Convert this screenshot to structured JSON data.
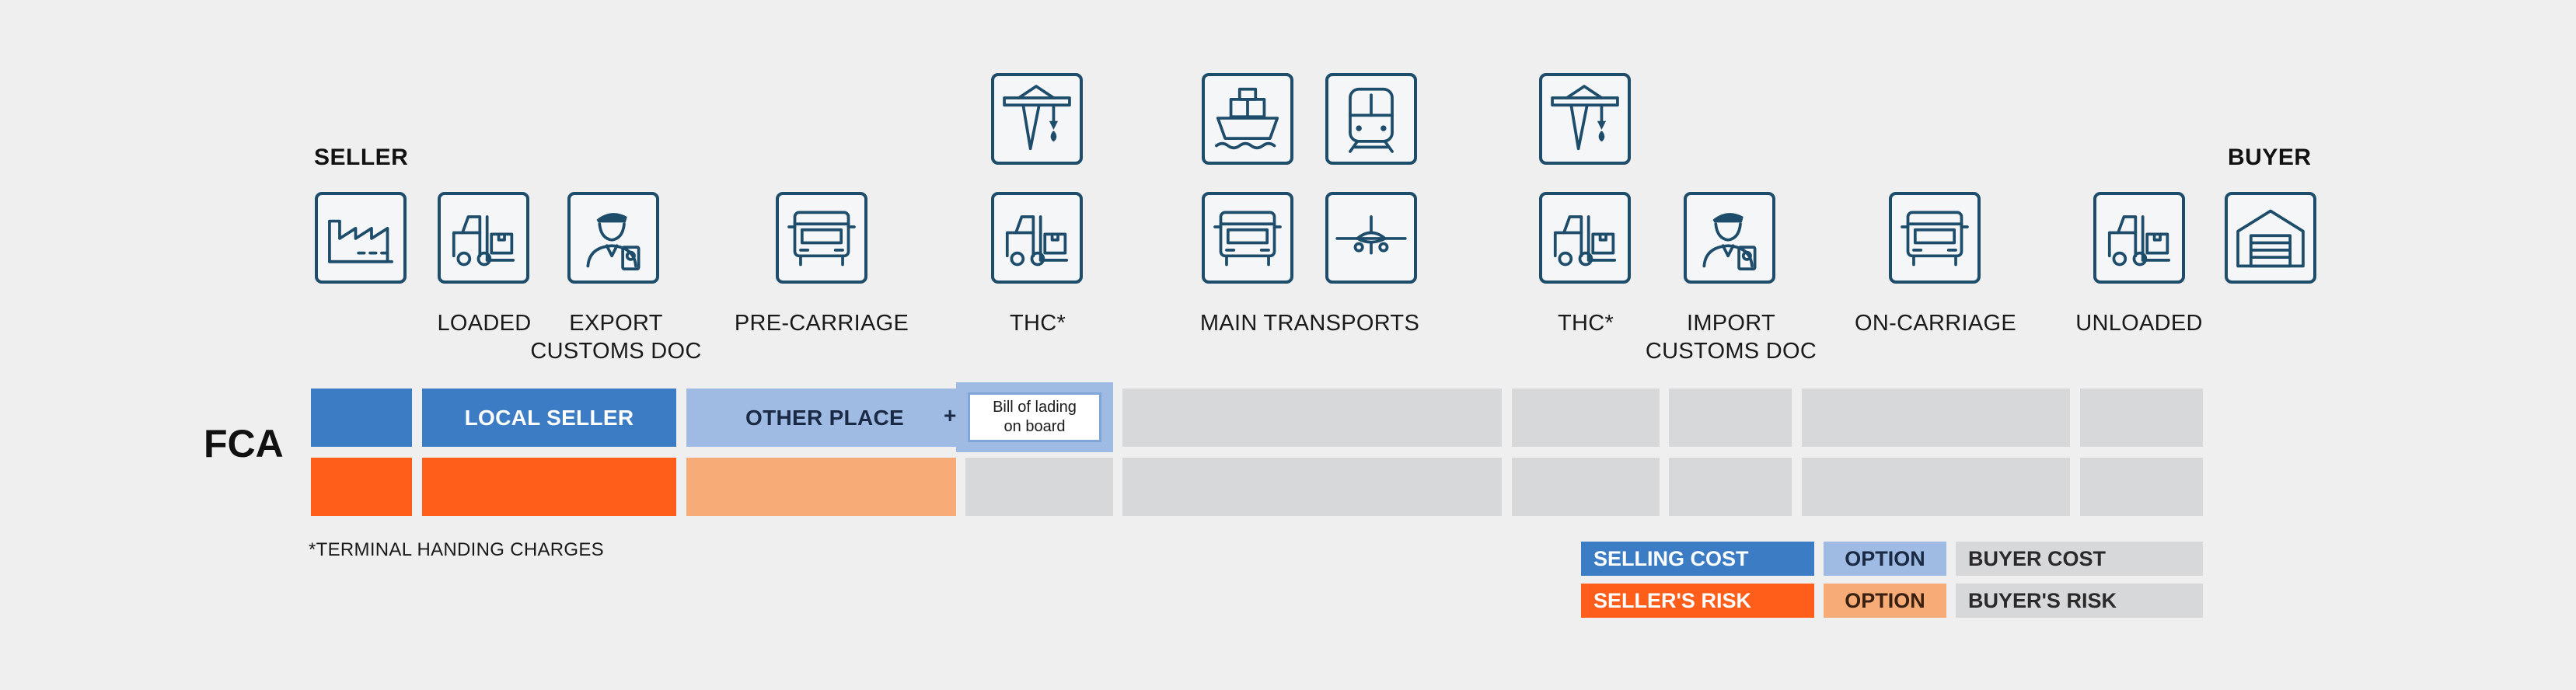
{
  "parties": {
    "seller": "SELLER",
    "buyer": "BUYER"
  },
  "steps": {
    "loaded": "LOADED",
    "export_l1": "EXPORT",
    "export_l2": "CUSTOMS DOC",
    "pre_carriage": "PRE-CARRIAGE",
    "thc_export": "THC*",
    "main_transports": "MAIN TRANSPORTS",
    "thc_import": "THC*",
    "import_l1": "IMPORT",
    "import_l2": "CUSTOMS DOC",
    "on_carriage": "ON-CARRIAGE",
    "unloaded": "UNLOADED"
  },
  "icons": [
    "factory-icon",
    "forklift-icon",
    "customs-officer-icon",
    "truck-icon",
    "port-crane-icon",
    "forklift-icon",
    "ship-icon",
    "train-icon",
    "truck-icon",
    "airplane-icon",
    "port-crane-icon",
    "forklift-icon",
    "customs-officer-icon",
    "truck-icon",
    "forklift-icon",
    "warehouse-icon"
  ],
  "rule": {
    "name": "FCA",
    "cost_labels": {
      "local_seller": "LOCAL SELLER",
      "other_place": "OTHER PLACE",
      "plus": "+"
    },
    "bill_of_lading_l1": "Bill of lading",
    "bill_of_lading_l2": "on board"
  },
  "footnote": "*TERMINAL HANDING CHARGES",
  "legend": {
    "selling_cost": "SELLING COST",
    "option_cost": "OPTION",
    "buyer_cost": "BUYER COST",
    "sellers_risk": "SELLER'S RISK",
    "option_risk": "OPTION",
    "buyers_risk": "BUYER'S RISK"
  },
  "colors": {
    "seller_cost": "#3b7cc4",
    "option_cost": "#9fbbe4",
    "seller_risk": "#ff5e1a",
    "option_risk": "#f7ac78",
    "buyer": "#d6d8d9",
    "icon_stroke": "#1e4d6b"
  }
}
